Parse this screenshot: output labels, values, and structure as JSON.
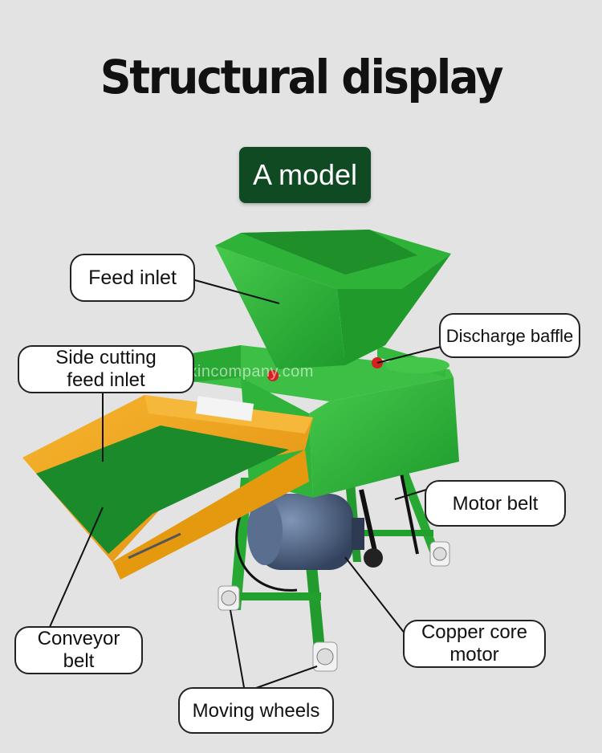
{
  "header": {
    "title": "Structural display",
    "model_label": "A model"
  },
  "watermark": "kangxincompany.com",
  "callouts": {
    "feed_inlet": "Feed inlet",
    "side_cutting_feed_inlet": "Side cutting\nfeed inlet",
    "discharge_baffle": "Discharge baffle",
    "motor_belt": "Motor belt",
    "conveyor_belt": "Conveyor\nbelt",
    "copper_core_motor": "Copper core\nmotor",
    "moving_wheels": "Moving wheels"
  },
  "colors": {
    "background": "#e3e3e3",
    "badge": "#0f4a23",
    "machine_green": "#2fb33a",
    "conveyor_orange": "#f0a31c"
  }
}
